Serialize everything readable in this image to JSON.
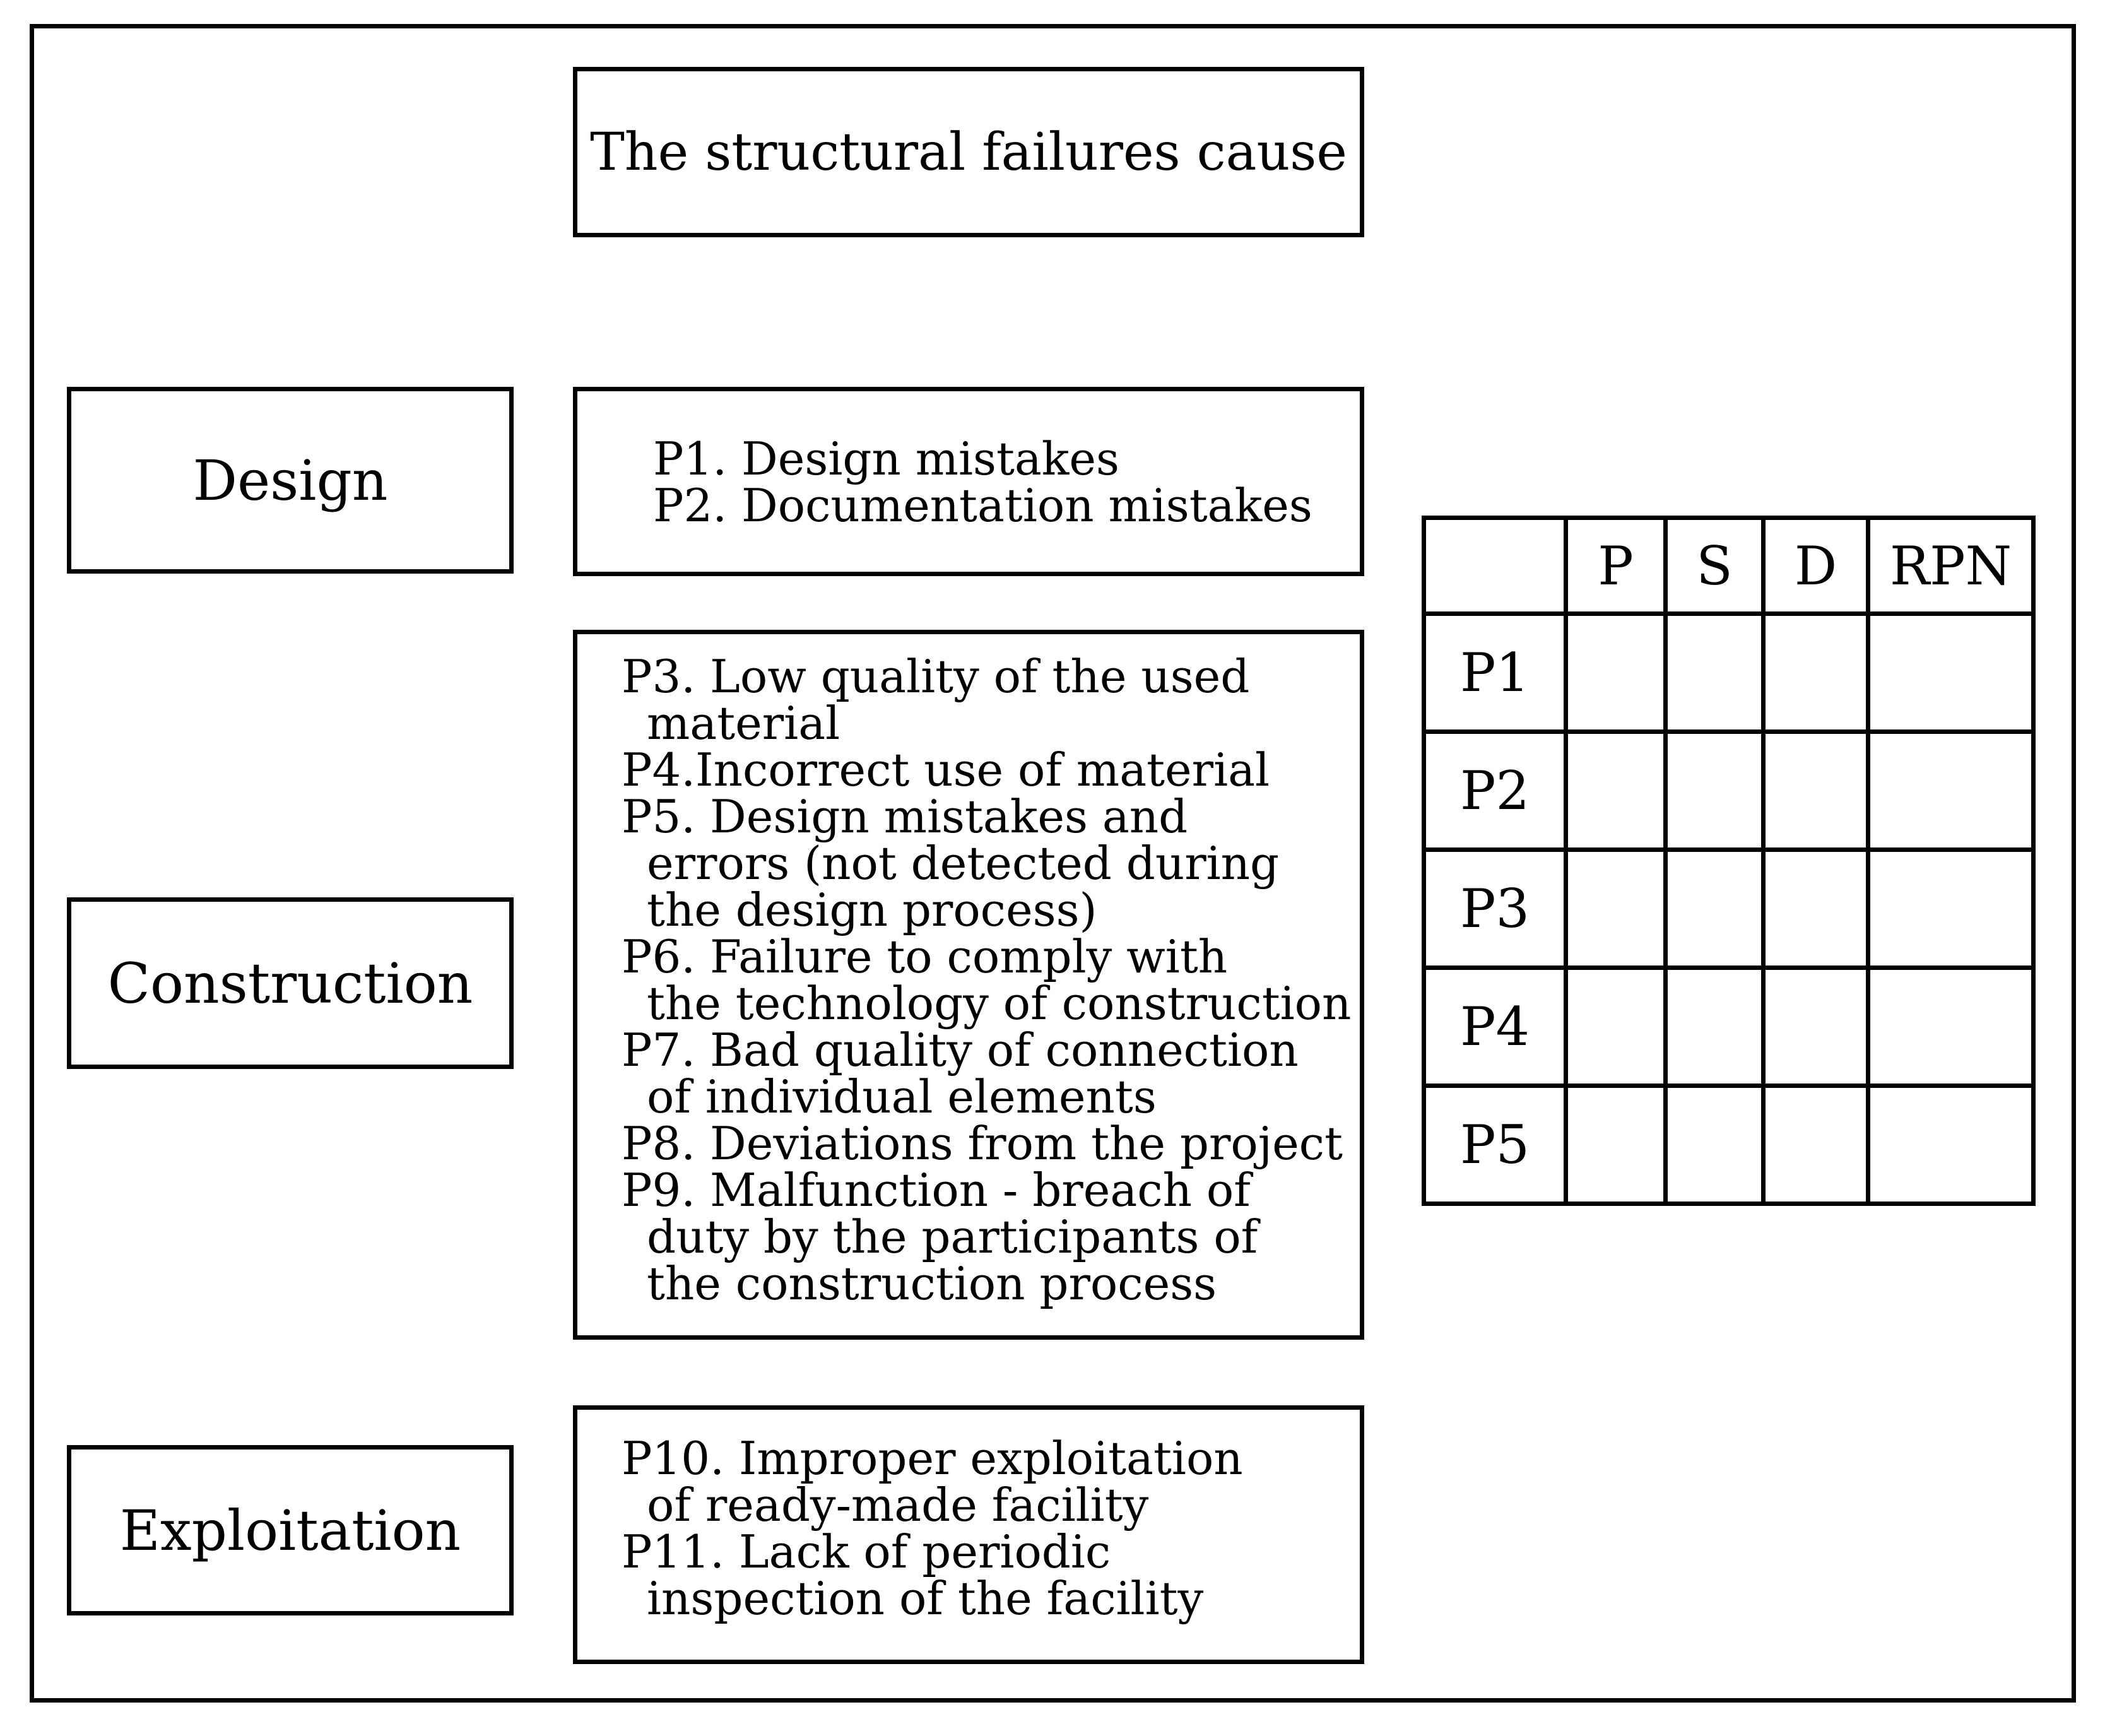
{
  "title": "The structural failures cause",
  "phases": [
    {
      "label": "Design",
      "causes": [
        [
          "P1. Design mistakes"
        ],
        [
          "P2. Documentation mistakes"
        ]
      ]
    },
    {
      "label": "Construction",
      "causes": [
        [
          "P3. Low quality of the used",
          "material"
        ],
        [
          "P4.Incorrect use of material"
        ],
        [
          "P5. Design mistakes and",
          "errors (not detected during",
          "the design process)"
        ],
        [
          "P6. Failure to comply with",
          "the technology of construction"
        ],
        [
          "P7. Bad quality of connection",
          "of individual elements"
        ],
        [
          "P8. Deviations from the project"
        ],
        [
          "P9. Malfunction - breach of",
          "duty by the participants of",
          "the construction process"
        ]
      ]
    },
    {
      "label": "Exploitation",
      "causes": [
        [
          "P10. Improper exploitation",
          "of ready-made facility"
        ],
        [
          "P11. Lack of periodic",
          "inspection of the facility"
        ]
      ]
    }
  ],
  "rpn_table": {
    "columns": [
      "",
      "P",
      "S",
      "D",
      "RPN"
    ],
    "rows": [
      "P1",
      "P2",
      "P3",
      "P4",
      "P5"
    ]
  }
}
